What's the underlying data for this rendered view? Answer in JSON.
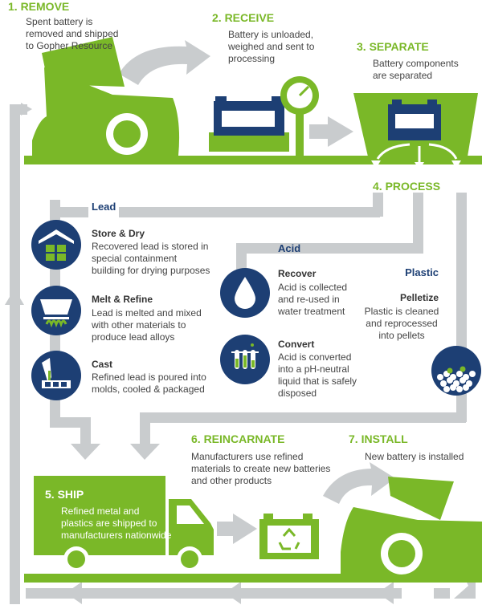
{
  "colors": {
    "green": "#7ab828",
    "navy": "#1d3f74",
    "gray": "#c9ccce",
    "text": "#444444"
  },
  "steps": {
    "remove": {
      "title": "1.  REMOVE",
      "desc": [
        "Spent battery is",
        "removed and shipped",
        "to Gopher Resource"
      ]
    },
    "receive": {
      "title": "2.  RECEIVE",
      "desc": [
        "Battery is unloaded,",
        "weighed and sent to",
        "processing"
      ]
    },
    "separate": {
      "title": "3.  SEPARATE",
      "desc": [
        "Battery components",
        "are separated"
      ]
    },
    "process": {
      "title": "4.  PROCESS"
    },
    "ship": {
      "title": "5.  SHIP",
      "desc": [
        "Refined metal and",
        "plastics are shipped to",
        "manufacturers nationwide"
      ]
    },
    "reincarnate": {
      "title": "6.  REINCARNATE",
      "desc": [
        "Manufacturers use refined",
        "materials to create new batteries",
        "and other products"
      ]
    },
    "install": {
      "title": "7.  INSTALL",
      "desc": [
        "New battery is installed"
      ]
    }
  },
  "lead": {
    "header": "Lead",
    "items": [
      {
        "name": "Store & Dry",
        "icon": "storage-building-icon",
        "desc": [
          "Recovered lead is stored in",
          "special containment",
          "building for drying purposes"
        ]
      },
      {
        "name": "Melt & Refine",
        "icon": "melting-furnace-icon",
        "desc": [
          "Lead is melted and mixed",
          "with other materials to",
          "produce lead alloys"
        ]
      },
      {
        "name": "Cast",
        "icon": "casting-mold-icon",
        "desc": [
          "Refined lead is poured into",
          "molds, cooled & packaged"
        ]
      }
    ]
  },
  "acid": {
    "header": "Acid",
    "items": [
      {
        "name": "Recover",
        "icon": "water-drop-icon",
        "desc": [
          "Acid is collected",
          "and re-used in",
          "water treatment"
        ]
      },
      {
        "name": "Convert",
        "icon": "test-tubes-icon",
        "desc": [
          "Acid is converted",
          "into a pH-neutral",
          "liquid that is safely",
          "disposed"
        ]
      }
    ]
  },
  "plastic": {
    "header": "Plastic",
    "items": [
      {
        "name": "Pelletize",
        "icon": "plastic-pellets-icon",
        "desc": [
          "Plastic is cleaned",
          "and reprocessed",
          "into pellets"
        ]
      }
    ]
  },
  "icons": [
    "car-front-icon",
    "battery-icon",
    "scale-gauge-icon",
    "separator-bin-icon",
    "truck-icon",
    "recycle-battery-icon",
    "car-front-icon"
  ]
}
